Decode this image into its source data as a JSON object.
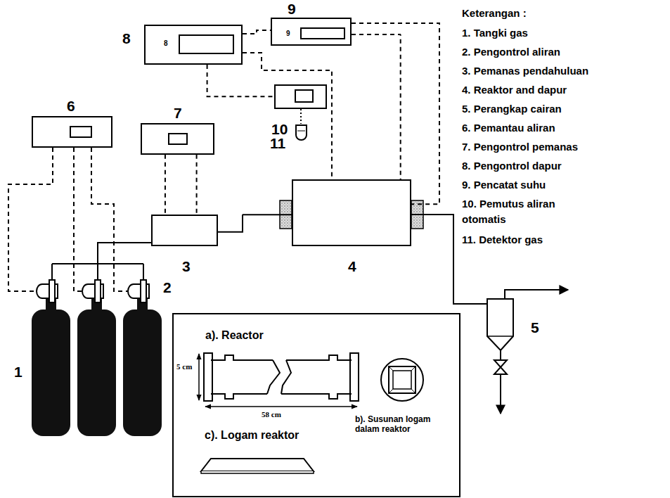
{
  "diagram": {
    "nodes": [
      {
        "text": [
          "6"
        ]
      },
      {
        "text": [
          "7"
        ]
      },
      {
        "text": [
          "8",
          "8"
        ]
      },
      {
        "text": [
          "9",
          "9"
        ]
      },
      {
        "text": [
          "10"
        ]
      },
      {
        "text": [
          "3"
        ]
      },
      {
        "text": [
          "4"
        ]
      },
      {
        "text": [
          "a). Reactor",
          "5 cm",
          "58 cm",
          "b). Susunan logam dalam reaktor",
          "c). Logam reaktor"
        ]
      }
    ],
    "edges": [
      {
        "from": 2,
        "to": 4,
        "arrow": "none"
      },
      {
        "from": 2,
        "to": 3,
        "arrow": "none"
      },
      {
        "from": 2,
        "to": 6,
        "arrow": "none"
      },
      {
        "from": 3,
        "to": 6,
        "arrow": "none"
      },
      {
        "from": 3,
        "to": 6,
        "arrow": "none"
      },
      {
        "from": 1,
        "to": 5,
        "arrow": "none"
      },
      {
        "from": 1,
        "to": 5,
        "arrow": "none"
      },
      {
        "from": 5,
        "to": 6,
        "arrow": "none"
      }
    ],
    "labels": [
      "Keterangan :",
      "1. Tangki gas",
      "2. Pengontrol aliran",
      "3. Pemanas pendahuluan",
      "4. Reaktor and dapur",
      "5. Perangkap cairan",
      "6. Pemantau aliran",
      "7. Pengontrol pemanas",
      "8. Pengontrol dapur",
      "9. Pencatat suhu",
      "10. Pemutus aliran otomatis",
      "11. Detektor gas",
      "1",
      "2",
      "5",
      "11"
    ]
  }
}
